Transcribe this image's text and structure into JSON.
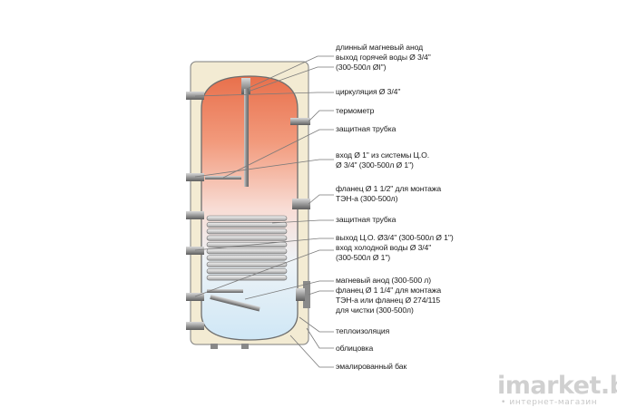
{
  "labels": {
    "l1": "длинный магневый анод",
    "l2": "выход горячей воды  Ø 3/4\"",
    "l3": "(300-500л ØI\")",
    "l4": "циркуляция Ø 3/4\"",
    "l5": "термометр",
    "l6": "защитная трубка",
    "l7": "вход  Ø 1\" из системы Ц.О.",
    "l8": "Ø 3/4\" (300-500л Ø 1\")",
    "l9": "фланец  Ø 1 1/2\" для монтажа",
    "l10": "ТЭН-а (300-500л)",
    "l11": "защитная трубка",
    "l12": "выход Ц.О.  Ø3/4\" (300-500л Ø 1\")",
    "l13": "вход холодной воды  Ø 3/4\"",
    "l14": "(300-500л Ø 1\")",
    "l15": "магневый анод  (300-500 л)",
    "l16": "фланец  Ø 1 1/4\" для монтажа",
    "l17": "ТЭН-а или  фланец Ø 274/115",
    "l18": "для чистки (300-500л)",
    "l19": "теплоизоляция",
    "l20": "облицовка",
    "l21": "эмалированный бак"
  },
  "watermark": {
    "brand": "imarket.by",
    "subtitle": "• интернет-магазин"
  },
  "colors": {
    "insulation": "#f3ebd3",
    "hot_water": "#ec7a55",
    "cold_water": "#d6ecf8",
    "coil": "#d9d9d9",
    "fittings": "#9a9a9a",
    "leader_lines": "#7a7a7a"
  }
}
